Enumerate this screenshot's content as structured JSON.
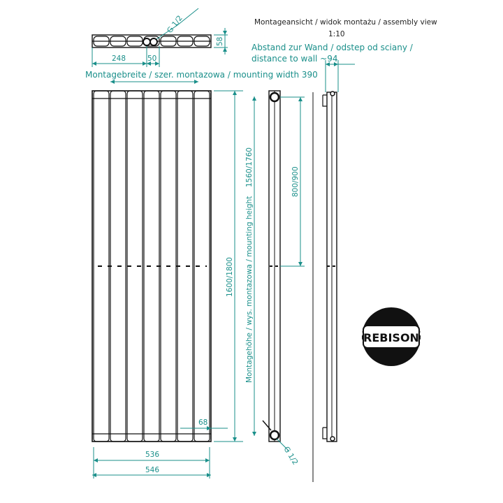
{
  "header": {
    "title": "Montageansicht / widok montażu / assembly view",
    "scale": "1:10",
    "distance_note_line1": "Abstand zur Wand / odstep od sciany /",
    "distance_note_line2": "distance to wall ~94"
  },
  "top_view": {
    "dim_248": "248",
    "dim_50": "50",
    "dim_58": "58",
    "thread": "G 1/2"
  },
  "front_view": {
    "mounting_width": "Montagebreite / szer. montazowa / mounting width 390",
    "dim_68": "68",
    "dim_536": "536",
    "dim_546": "546",
    "height_1600": "1600/1800",
    "mounting_height_label": "Montagehöhe / wys. montazowa / mounting height",
    "height_1560": "1560/1760"
  },
  "side_view": {
    "dim_800": "800/900",
    "thread": "G 1/2"
  },
  "logo": {
    "text": "REBISON"
  }
}
